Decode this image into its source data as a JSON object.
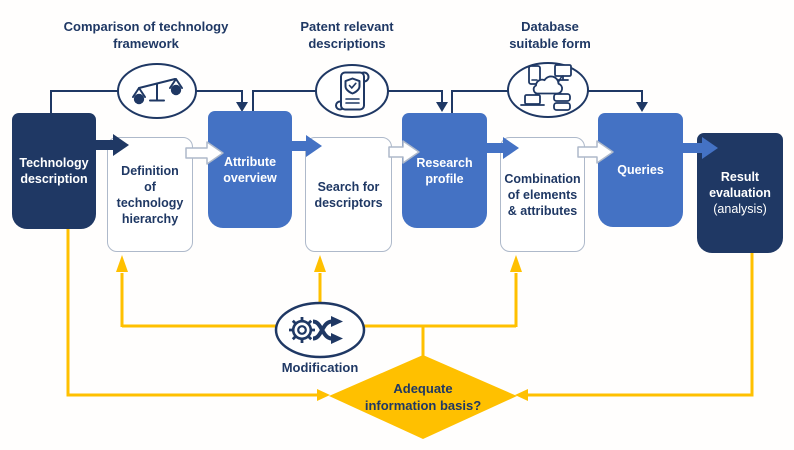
{
  "diagram": {
    "colors": {
      "navy": "#1f3864",
      "blue": "#4472c4",
      "light-border": "#aeb9ca",
      "yellow": "#ffc000"
    },
    "top_annotations": [
      {
        "label": "Comparison of technology\nframework",
        "icon": "balance-scale-icon"
      },
      {
        "label": "Patent relevant\ndescriptions",
        "icon": "patent-scroll-icon"
      },
      {
        "label": "Database\nsuitable form",
        "icon": "database-cloud-icon"
      }
    ],
    "stages": [
      {
        "label": "Technology\ndescription",
        "style": "dark"
      },
      {
        "label": "Definition\nof technology\nhierarchy",
        "style": "outline"
      },
      {
        "label": "Attribute\noverview",
        "style": "accent"
      },
      {
        "label": "Search for\ndescriptors",
        "style": "outline"
      },
      {
        "label": "Research\nprofile",
        "style": "accent"
      },
      {
        "label": "Combination\nof elements\n& attributes",
        "style": "outline"
      },
      {
        "label": "Queries",
        "style": "accent"
      },
      {
        "label": "Result\nevaluation",
        "sublabel": "(analysis)",
        "style": "dark"
      }
    ],
    "feedback": {
      "icon": "modification-gear-shuffle-icon",
      "label": "Modification",
      "decision_label": "Adequate\ninformation basis?"
    }
  }
}
